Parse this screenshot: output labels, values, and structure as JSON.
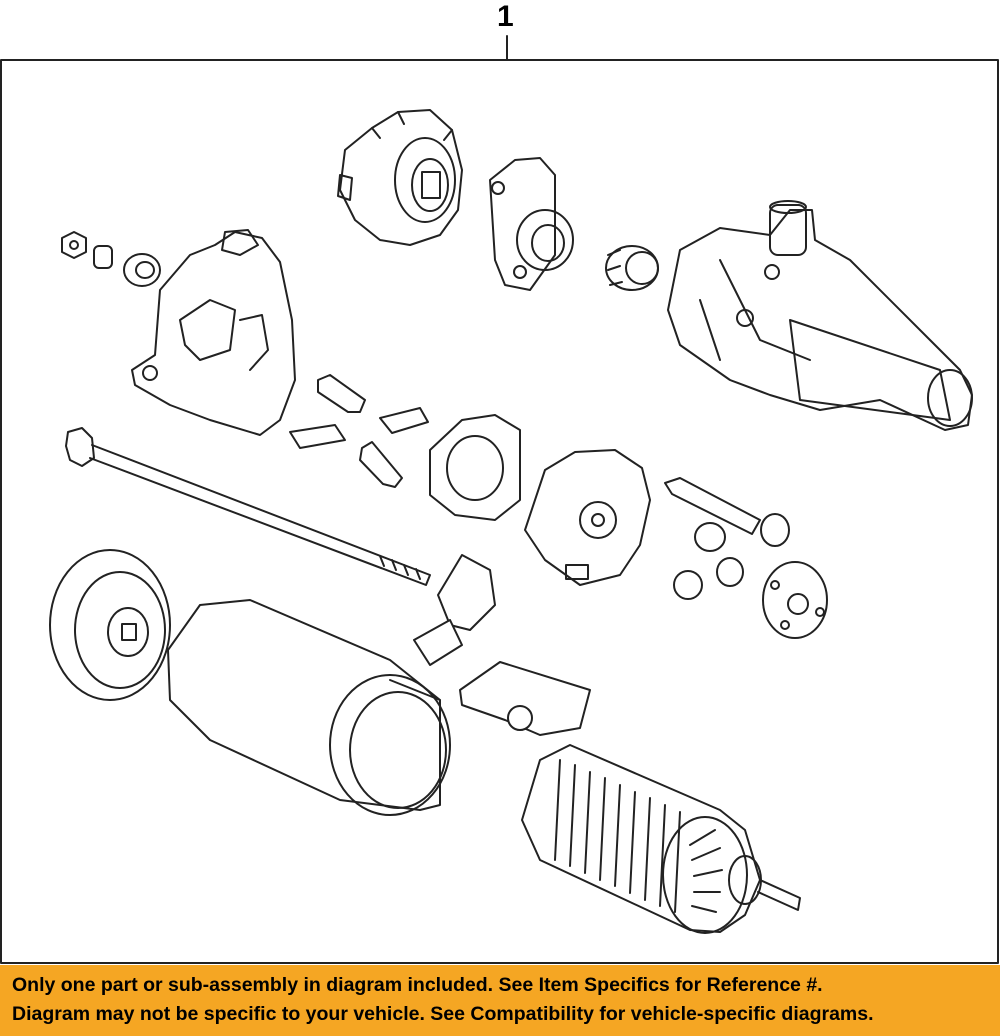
{
  "diagram": {
    "callout_number": "1",
    "line_color": "#222222",
    "parts": [
      "drive-gear-icon",
      "pinion-clutch-icon",
      "bushing-icon",
      "starter-drive-housing-icon",
      "nut-icon",
      "washer-icon",
      "gear-case-icon",
      "brush-icon",
      "through-bolt-icon",
      "brush-plate-icon",
      "end-cover-icon",
      "mounting-screw-icon",
      "field-yoke-icon",
      "armature-icon"
    ]
  },
  "banner": {
    "background": "#f5a623",
    "line1": "Only one part or sub-assembly in diagram included. See Item Specifics for Reference #.",
    "line2": "Diagram may not be specific to your vehicle. See Compatibility for vehicle-specific diagrams."
  }
}
